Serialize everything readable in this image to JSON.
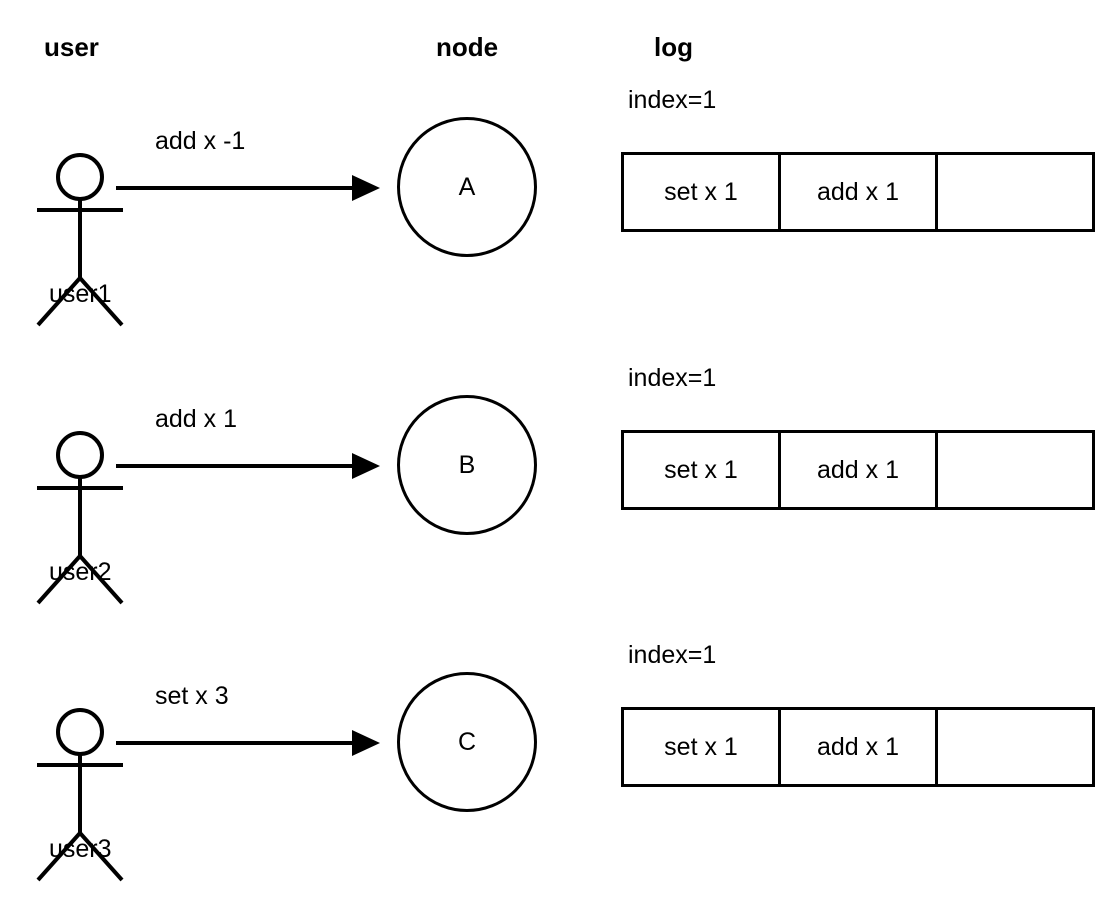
{
  "headers": {
    "user": "user",
    "node": "node",
    "log": "log"
  },
  "style": {
    "stroke_color": "#000000",
    "background_color": "#ffffff",
    "text_color": "#000000"
  },
  "rows": [
    {
      "actor_label": "user1",
      "actor_icon": "stick-figure-icon",
      "message": "add x -1",
      "arrow_icon": "arrow-right-icon",
      "node_label": "A",
      "log": {
        "index_label": "index=1",
        "entries": [
          "set x 1",
          "add x 1",
          ""
        ]
      }
    },
    {
      "actor_label": "user2",
      "actor_icon": "stick-figure-icon",
      "message": "add x 1",
      "arrow_icon": "arrow-right-icon",
      "node_label": "B",
      "log": {
        "index_label": "index=1",
        "entries": [
          "set x 1",
          "add x 1",
          ""
        ]
      }
    },
    {
      "actor_label": "user3",
      "actor_icon": "stick-figure-icon",
      "message": "set x 3",
      "arrow_icon": "arrow-right-icon",
      "node_label": "C",
      "log": {
        "index_label": "index=1",
        "entries": [
          "set x 1",
          "add x 1",
          ""
        ]
      }
    }
  ]
}
